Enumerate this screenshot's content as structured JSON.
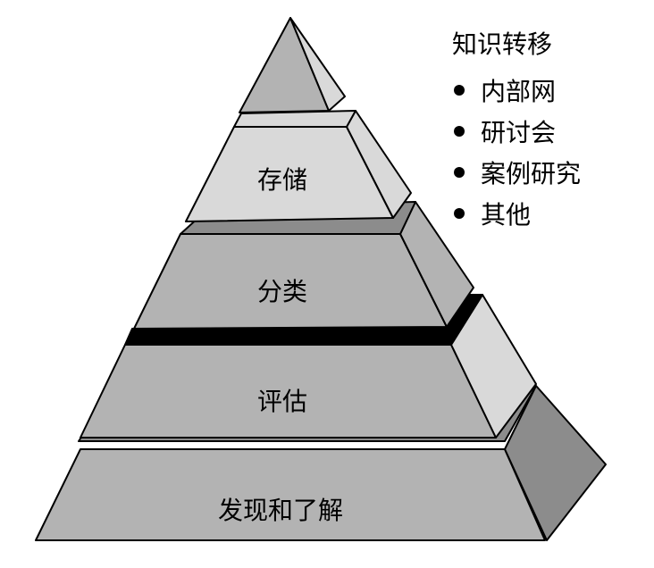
{
  "legend": {
    "title": "知识转移",
    "items": [
      {
        "label": "内部网"
      },
      {
        "label": "研讨会"
      },
      {
        "label": "案例研究"
      },
      {
        "label": "其他"
      }
    ]
  },
  "tiers": {
    "storage": "存储",
    "classify": "分类",
    "evaluate": "评估",
    "discover": "发现和了解"
  },
  "colors": {
    "light": "#d9d9d9",
    "mid": "#b3b3b3",
    "dark": "#8c8c8c",
    "separator": "#000000",
    "stroke": "#000000"
  }
}
